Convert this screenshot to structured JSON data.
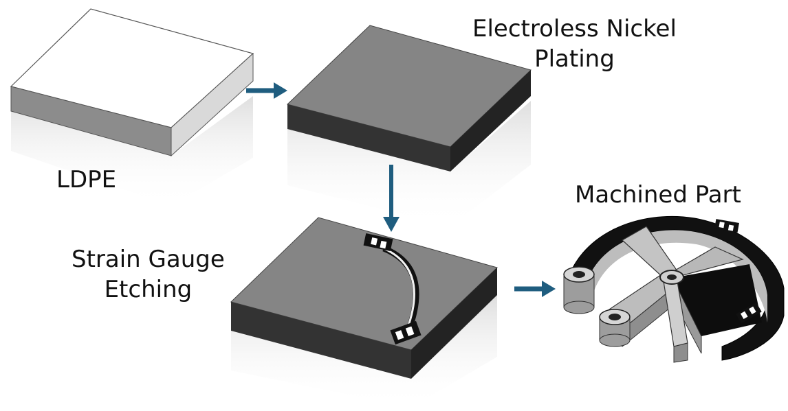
{
  "labels": {
    "ldpe": "LDPE",
    "plating_line1": "Electroless Nickel",
    "plating_line2": "Plating",
    "etching_line1": "Strain Gauge",
    "etching_line2": "Etching",
    "machined": "Machined Part"
  },
  "colors": {
    "arrow": "#1f5d7f",
    "ldpe_top": "#ffffff",
    "ldpe_left": "#8c8c8c",
    "ldpe_right": "#d9d9d9",
    "nickel_top": "#858585",
    "nickel_side": "#2f2f2f",
    "outline": "#222222"
  }
}
